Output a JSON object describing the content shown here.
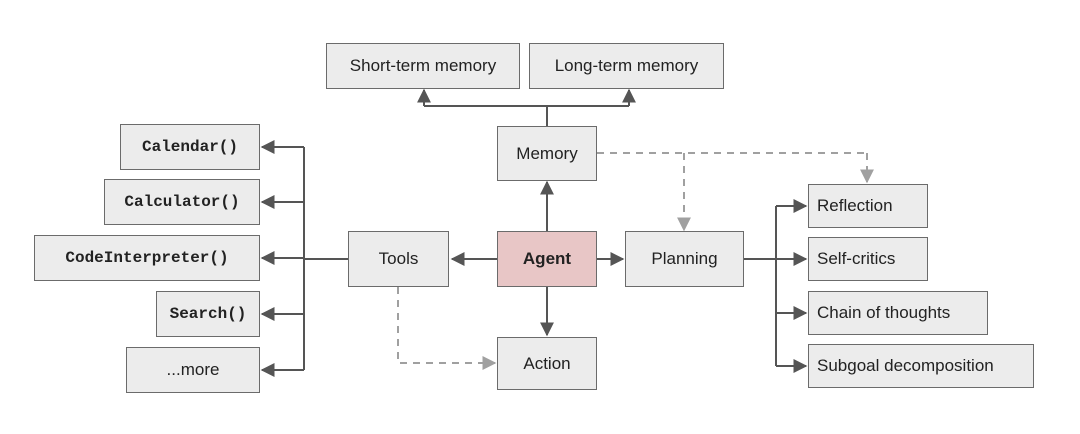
{
  "diagram": {
    "nodes": {
      "agent": "Agent",
      "memory": "Memory",
      "short_term_memory": "Short-term memory",
      "long_term_memory": "Long-term memory",
      "tools": "Tools",
      "action": "Action",
      "planning": "Planning",
      "reflection": "Reflection",
      "self_critics": "Self-critics",
      "chain_of_thoughts": "Chain of thoughts",
      "subgoal_decomposition": "Subgoal decomposition",
      "calendar": "Calendar()",
      "calculator": "Calculator()",
      "code_interpreter": "CodeInterpreter()",
      "search": "Search()",
      "more": "...more"
    },
    "colors": {
      "agent_fill": "#e8c6c6",
      "box_fill": "#ececec",
      "box_border": "#6b6b6b",
      "solid_arrow": "#555555",
      "dashed_arrow": "#a0a0a0"
    },
    "edges": [
      {
        "from": "agent",
        "to": "memory",
        "style": "solid"
      },
      {
        "from": "agent",
        "to": "tools",
        "style": "solid"
      },
      {
        "from": "agent",
        "to": "planning",
        "style": "solid"
      },
      {
        "from": "agent",
        "to": "action",
        "style": "solid"
      },
      {
        "from": "memory",
        "to": "short_term_memory",
        "style": "solid"
      },
      {
        "from": "memory",
        "to": "long_term_memory",
        "style": "solid"
      },
      {
        "from": "memory",
        "to": "planning",
        "style": "dashed"
      },
      {
        "from": "memory",
        "to": "reflection",
        "style": "dashed"
      },
      {
        "from": "tools",
        "to": "action",
        "style": "dashed"
      },
      {
        "from": "tools",
        "to": "calendar",
        "style": "solid"
      },
      {
        "from": "tools",
        "to": "calculator",
        "style": "solid"
      },
      {
        "from": "tools",
        "to": "code_interpreter",
        "style": "solid"
      },
      {
        "from": "tools",
        "to": "search",
        "style": "solid"
      },
      {
        "from": "tools",
        "to": "more",
        "style": "solid"
      },
      {
        "from": "planning",
        "to": "reflection",
        "style": "solid"
      },
      {
        "from": "planning",
        "to": "self_critics",
        "style": "solid"
      },
      {
        "from": "planning",
        "to": "chain_of_thoughts",
        "style": "solid"
      },
      {
        "from": "planning",
        "to": "subgoal_decomposition",
        "style": "solid"
      }
    ]
  }
}
